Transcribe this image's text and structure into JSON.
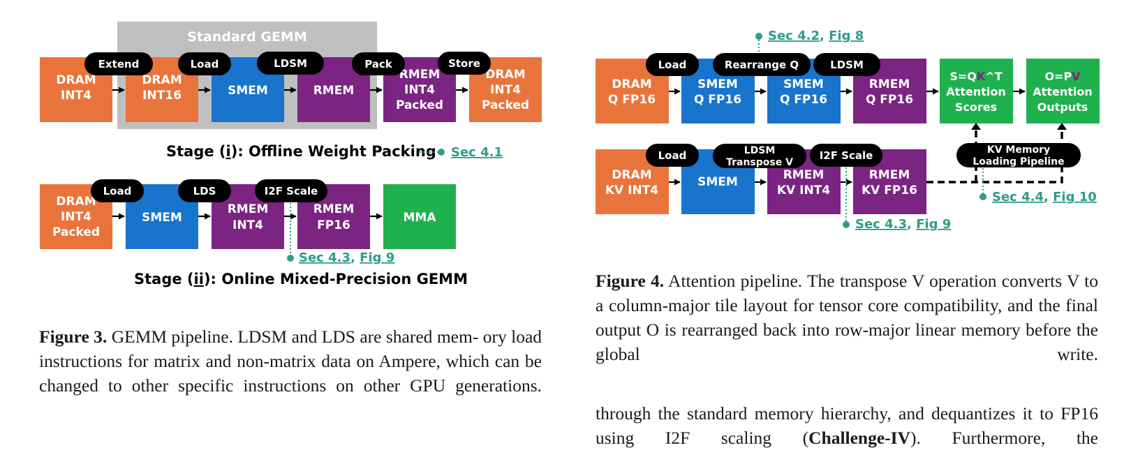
{
  "colors": {
    "dram": "#E8743B",
    "smem": "#1874CD",
    "rmem": "#7B2482",
    "green": "#1FB14E",
    "gray": "#BFBFBF",
    "link": "#2E9C8A",
    "arrow": "#000000"
  },
  "fig3": {
    "standard_gemm": "Standard GEMM",
    "stage1": {
      "boxes": [
        {
          "l1": "DRAM",
          "l2": "INT4"
        },
        {
          "l1": "DRAM",
          "l2": "INT16"
        },
        {
          "l1": "SMEM"
        },
        {
          "l1": "RMEM"
        },
        {
          "l1": "RMEM",
          "l2": "INT4",
          "l3": "Packed"
        },
        {
          "l1": "DRAM",
          "l2": "INT4",
          "l3": "Packed"
        }
      ],
      "pills": [
        "Extend",
        "Load",
        "LDSM",
        "Pack",
        "Store"
      ],
      "label_pre": "Stage (",
      "label_roman": "i",
      "label_post": "): Offline Weight Packing",
      "link": "Sec 4.1"
    },
    "stage2": {
      "boxes": [
        {
          "l1": "DRAM",
          "l2": "INT4",
          "l3": "Packed"
        },
        {
          "l1": "SMEM"
        },
        {
          "l1": "RMEM",
          "l2": "INT4"
        },
        {
          "l1": "RMEM",
          "l2": "FP16"
        },
        {
          "l1": "MMA"
        }
      ],
      "pills": [
        "Load",
        "LDS",
        "I2F Scale"
      ],
      "label_pre": "Stage (",
      "label_roman": "ii",
      "label_post": "): Online Mixed-Precision GEMM",
      "link_sec": "Sec 4.3",
      "link_fig": "Fig 9"
    },
    "caption_lead": "Figure 3.",
    "caption_lines": [
      "GEMM pipeline. LDSM and LDS are shared mem-",
      "ory load instructions for matrix and non-matrix data on",
      "Ampere, which can be changed to other specific instructions",
      "on other GPU generations."
    ]
  },
  "fig4": {
    "top_link_sec": "Sec 4.2",
    "top_link_fig": "Fig 8",
    "q_row": {
      "boxes": [
        {
          "l1": "DRAM",
          "l2": "Q FP16"
        },
        {
          "l1": "SMEM",
          "l2": "Q FP16"
        },
        {
          "l1": "SMEM",
          "l2": "Q FP16"
        },
        {
          "l1": "RMEM",
          "l2": "Q FP16"
        }
      ],
      "pills": [
        "Load",
        "Rearrange Q",
        "LDSM"
      ]
    },
    "scores": {
      "l1a": "S=Q",
      "l1b": "K",
      "l1c": "^T",
      "l2": "Attention",
      "l3": "Scores"
    },
    "outputs": {
      "l1a": "O=P",
      "l1b": "V",
      "l2": "Attention",
      "l3": "Outputs"
    },
    "kv_row": {
      "boxes": [
        {
          "l1": "DRAM",
          "l2": "KV INT4"
        },
        {
          "l1": "SMEM"
        },
        {
          "l1": "RMEM",
          "l2": "KV INT4"
        },
        {
          "l1": "RMEM",
          "l2": "KV FP16"
        }
      ],
      "pills": [
        "Load",
        "LDSM",
        "Transpose V",
        "I2F Scale"
      ]
    },
    "kv_pipeline_l1": "KV Memory",
    "kv_pipeline_l2": "Loading Pipeline",
    "link44_sec": "Sec 4.4",
    "link44_fig": "Fig 10",
    "link43_sec": "Sec 4.3",
    "link43_fig": "Fig 9",
    "caption_lead": "Figure 4.",
    "caption_lines": [
      "Attention pipeline. The transpose V operation",
      "converts V to a column-major tile layout for tensor core",
      "compatibility, and the final output O is rearranged back into",
      "row-major linear memory before the global write."
    ]
  },
  "body_lines": [
    "through the standard memory hierarchy, and dequantizes it",
    "to FP16 using I2F scaling (",
    "Challenge-IV",
    "). Furthermore, the"
  ]
}
